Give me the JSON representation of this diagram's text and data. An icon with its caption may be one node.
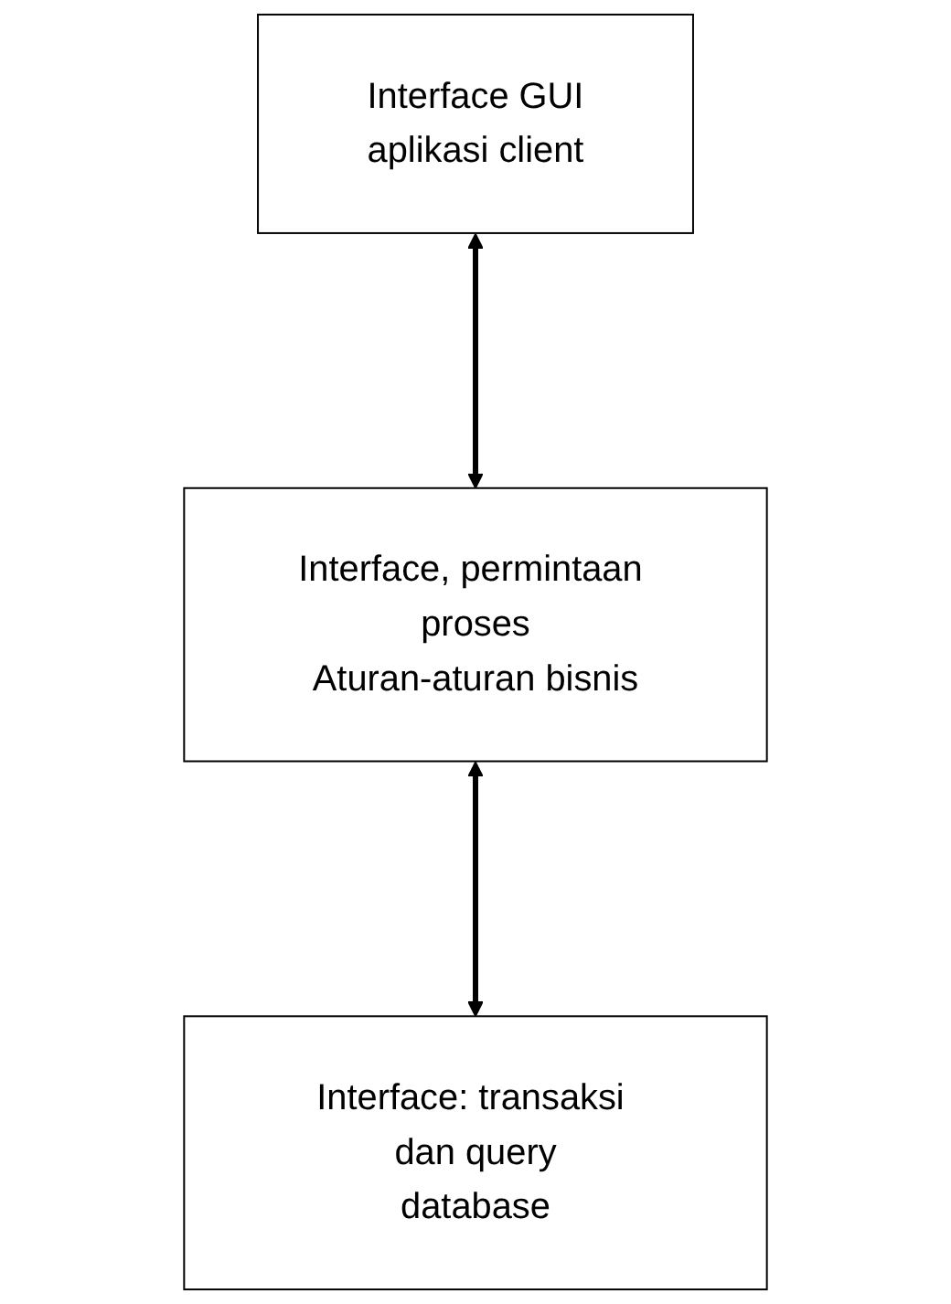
{
  "diagram": {
    "nodes": [
      {
        "text": [
          "Interface GUI",
          "aplikasi client"
        ]
      },
      {
        "text": [
          "Interface, permintaan proses",
          "Aturan-aturan bisnis"
        ]
      },
      {
        "text": [
          "Interface: transaksi dan query",
          "database"
        ]
      }
    ],
    "edges": [
      {
        "from": 0,
        "to": 1,
        "arrow": "both"
      },
      {
        "from": 1,
        "to": 2,
        "arrow": "both"
      }
    ]
  }
}
